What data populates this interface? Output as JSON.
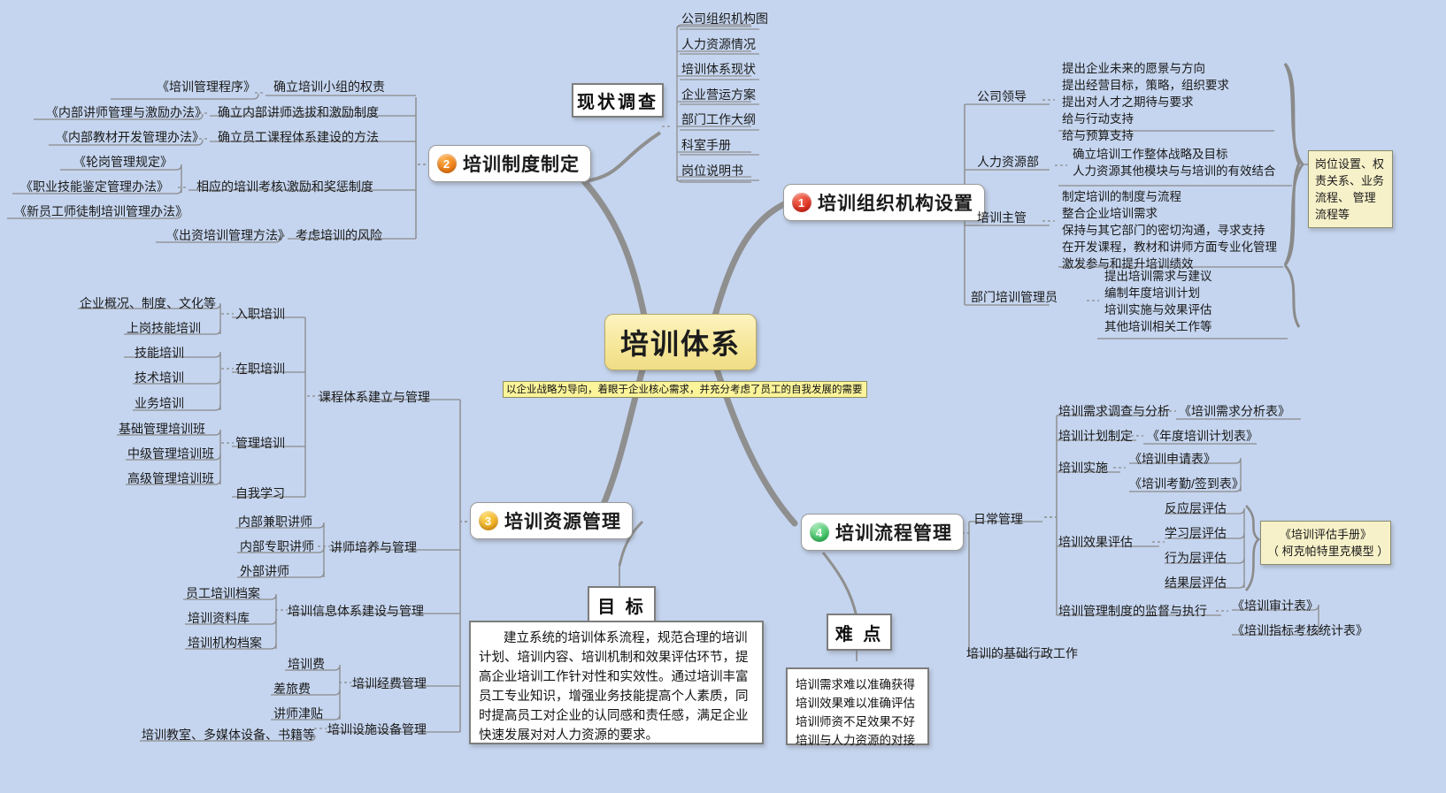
{
  "central": {
    "title": "培训体系",
    "subtitle": "以企业战略为导向，着眼于企业核心需求，并充分考虑了员工的自我发展的需要",
    "accent_color": "#f6e79a",
    "background_color": "#c5d5ef"
  },
  "branches": [
    {
      "number": "1",
      "label": "培训组织机构设置",
      "badge_color": "#de2a1b"
    },
    {
      "number": "2",
      "label": "培训制度制定",
      "badge_color": "#ef7a13"
    },
    {
      "number": "3",
      "label": "培训资源管理",
      "badge_color": "#f0a81b"
    },
    {
      "number": "4",
      "label": "培训流程管理",
      "badge_color": "#37c05f"
    }
  ],
  "survey": {
    "title": "现状调查",
    "items": [
      "公司组织机构图",
      "人力资源情况",
      "培训体系现状",
      "企业营运方案",
      "部门工作大纲",
      "科室手册",
      "岗位说明书"
    ]
  },
  "system_rules": [
    {
      "doc": "《培训管理程序》",
      "desc": "确立培训小组的权责"
    },
    {
      "doc": "《内部讲师管理与激励办法》",
      "desc": "确立内部讲师选拔和激励制度"
    },
    {
      "doc": "《内部教材开发管理办法》",
      "desc": "确立员工课程体系建设的方法"
    },
    {
      "doc": "《轮岗管理规定》",
      "desc": ""
    },
    {
      "doc": "《职业技能鉴定管理办法》",
      "desc": "相应的培训考核\\激励和奖惩制度"
    },
    {
      "doc": "《新员工师徒制培训管理办法》",
      "desc": ""
    },
    {
      "doc": "《出资培训管理方法》",
      "desc": "考虑培训的风险"
    }
  ],
  "org_roles": [
    {
      "role": "公司领导",
      "duties": [
        "提出企业未来的愿景与方向",
        "提出经营目标，策略，组织要求",
        "提出对人才之期待与要求",
        "给与行动支持",
        "给与预算支持"
      ]
    },
    {
      "role": "人力资源部",
      "duties": [
        "确立培训工作整体战略及目标",
        "人力资源其他模块与与培训的有效结合"
      ]
    },
    {
      "role": "培训主管",
      "duties": [
        "制定培训的制度与流程",
        "整合企业培训需求",
        "保持与其它部门的密切沟通，寻求支持",
        "在开发课程，教材和讲师方面专业化管理",
        "激发参与和提升培训绩效"
      ]
    },
    {
      "role": "部门培训管理员",
      "duties": [
        "提出培训需求与建议",
        "编制年度培训计划",
        "培训实施与效果评估",
        "其他培训相关工作等"
      ]
    }
  ],
  "org_note": "岗位设置、权责关系、业务流程、 管理流程等",
  "resources": {
    "course_system": {
      "label": "课程体系建立与管理",
      "groups": [
        {
          "label": "入职培训",
          "items": [
            "企业概况、制度、文化等",
            "上岗技能培训"
          ]
        },
        {
          "label": "在职培训",
          "items": [
            "技能培训",
            "技术培训",
            "业务培训"
          ]
        },
        {
          "label": "管理培训",
          "items": [
            "基础管理培训班",
            "中级管理培训班",
            "高级管理培训班"
          ]
        },
        {
          "label": "自我学习",
          "items": []
        }
      ]
    },
    "trainer": {
      "label": "讲师培养与管理",
      "items": [
        "内部兼职讲师",
        "内部专职讲师",
        "外部讲师"
      ]
    },
    "info_system": {
      "label": "培训信息体系建设与管理",
      "items": [
        "员工培训档案",
        "培训资料库",
        "培训机构档案"
      ]
    },
    "budget": {
      "label": "培训经费管理",
      "items": [
        "培训费",
        "差旅费",
        "讲师津贴"
      ]
    },
    "facility": {
      "label": "培训设施设备管理",
      "items": [
        "培训教室、多媒体设备、书籍等"
      ]
    }
  },
  "process": {
    "daily_label": "日常管理",
    "admin_label": "培训的基础行政工作",
    "steps": [
      {
        "label": "培训需求调查与分析",
        "forms": [
          "《培训需求分析表》"
        ]
      },
      {
        "label": "培训计划制定",
        "forms": [
          "《年度培训计划表》"
        ]
      },
      {
        "label": "培训实施",
        "forms": [
          "《培训申请表》",
          "《培训考勤/签到表》"
        ]
      },
      {
        "label": "培训效果评估",
        "forms": [
          "反应层评估",
          "学习层评估",
          "行为层评估",
          "结果层评估"
        ]
      },
      {
        "label": "培训管理制度的监督与执行",
        "forms": [
          "《培训审计表》",
          "《培训指标考核统计表》"
        ]
      }
    ],
    "eval_note_line1": "《培训评估手册》",
    "eval_note_line2": "（ 柯克帕特里克模型 ）"
  },
  "goal": {
    "title": "目 标",
    "text": "建立系统的培训体系流程，规范合理的培训计划、培训内容、培训机制和效果评估环节，提高企业培训工作针对性和实效性。通过培训丰富员工专业知识，增强业务技能提高个人素质，同时提高员工对企业的认同感和责任感，满足企业快速发展对对人力资源的要求。"
  },
  "difficulty": {
    "title": "难 点",
    "items": [
      "培训需求难以准确获得",
      "培训效果难以准确评估",
      "培训师资不足效果不好",
      "培训与人力资源的对接"
    ]
  }
}
